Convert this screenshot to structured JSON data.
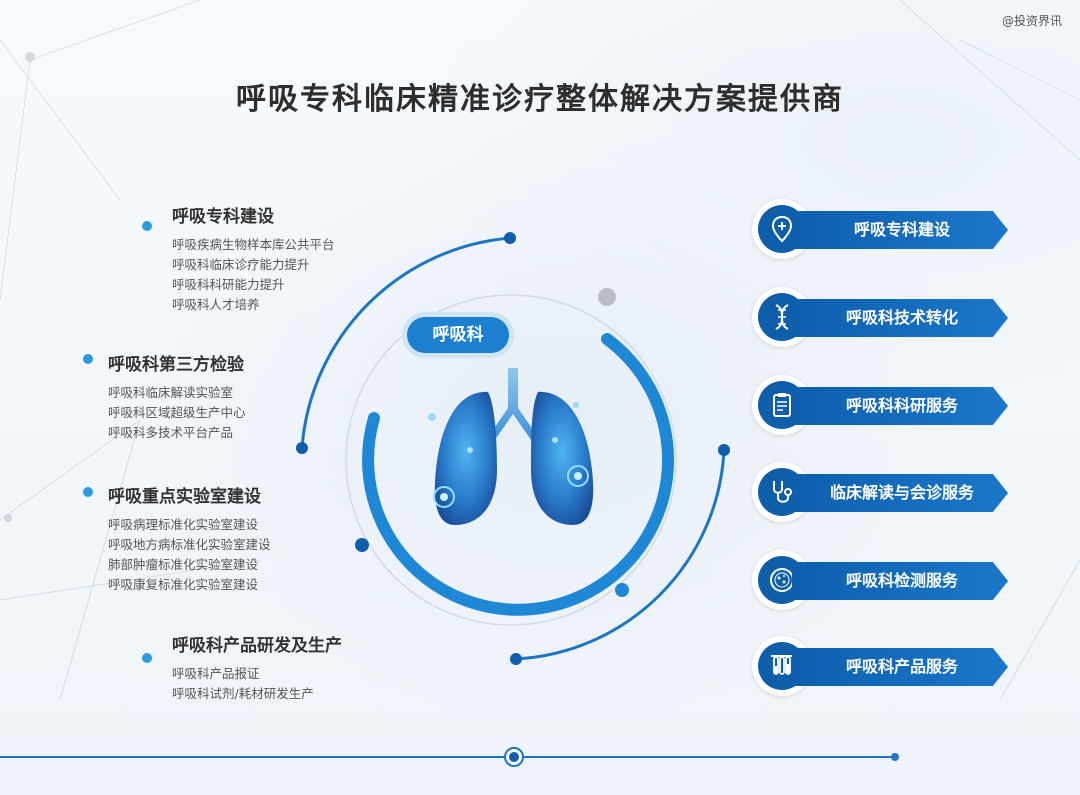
{
  "watermark": "@投资界讯",
  "title": "呼吸专科临床精准诊疗整体解决方案提供商",
  "center_label": "呼吸科",
  "left_groups": [
    {
      "title": "呼吸专科建设",
      "items": [
        "呼吸疾病生物样本库公共平台",
        "呼吸科临床诊疗能力提升",
        "呼吸科科研能力提升",
        "呼吸科人才培养"
      ]
    },
    {
      "title": "呼吸科第三方检验",
      "items": [
        "呼吸科临床解读实验室",
        "呼吸科区域超级生产中心",
        "呼吸科多技术平台产品"
      ]
    },
    {
      "title": "呼吸重点实验室建设",
      "items": [
        "呼吸病理标准化实验室建设",
        "呼吸地方病标准化实验室建设",
        "肺部肿瘤标准化实验室建设",
        "呼吸康复标准化实验室建设"
      ]
    },
    {
      "title": "呼吸科产品研发及生产",
      "items": [
        "呼吸科产品报证",
        "呼吸科试剂/耗材研发生产"
      ]
    }
  ],
  "services": [
    {
      "label": "呼吸专科建设",
      "icon": "hospital-location-icon"
    },
    {
      "label": "呼吸科技术转化",
      "icon": "dna-icon"
    },
    {
      "label": "呼吸科科研服务",
      "icon": "clipboard-icon"
    },
    {
      "label": "临床解读与会诊服务",
      "icon": "stethoscope-icon"
    },
    {
      "label": "呼吸科检测服务",
      "icon": "petri-dish-icon"
    },
    {
      "label": "呼吸科产品服务",
      "icon": "test-tubes-icon"
    }
  ],
  "colors": {
    "primary": "#0f5ea9",
    "accent": "#2a9be0",
    "ribbon_start": "#0d5fae",
    "ribbon_end": "#1b77c9"
  }
}
